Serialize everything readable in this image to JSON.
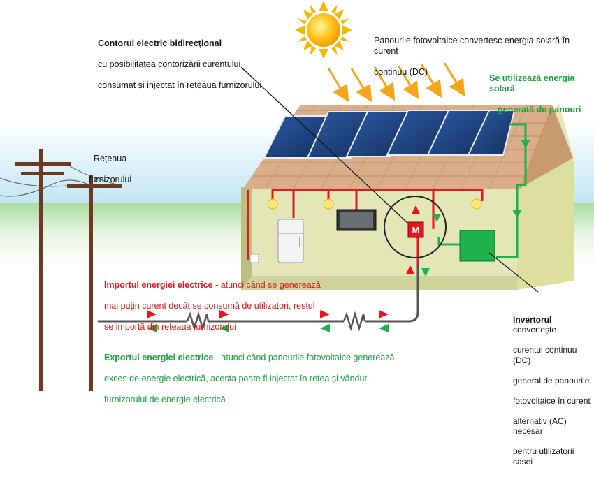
{
  "labels": {
    "meter": {
      "title": "Contorul electric bidirecțional",
      "line1": "cu posibilitatea contorizării curentului",
      "line2": "consumat și injectat în rețeaua furnizorului"
    },
    "panels": {
      "line1": "Panourile fotovoltaice convertesc energia solară în curent",
      "line2": "continuu (DC)"
    },
    "usage": {
      "line1": "Se utilizează energia solară",
      "line2": "generată de panouri"
    },
    "grid": {
      "line1": "Rețeaua",
      "line2": "furnizorului"
    },
    "import": {
      "title": "Importul energiei electrice",
      "rest1": " - atunci când se generează",
      "line2": "mai puțin curent decât se consumă de utilizatori, restul",
      "line3": "se importă din rețeaua furnizorului"
    },
    "export": {
      "title": "Exportul energiei electrice",
      "rest1": " - atunci când panourile fotovoltaice generează",
      "line2": "exces de energie electrică, acesta poate fi injectat în rețea și vândut",
      "line3": "furnizorului de energie electrică"
    },
    "inverter": {
      "title": "Invertorul",
      "rest1": " convertește",
      "line2": "curentul continuu (DC)",
      "line3": "general de panourile",
      "line4": "fotovoltaice în curent",
      "line5": "alternativ (AC) necesar",
      "line6": "pentru utilizatorii casei"
    },
    "meter_symbol": "M"
  },
  "colors": {
    "red_wire": "#e5161c",
    "green_wire": "#1db34a",
    "sky": "#cfe9f6",
    "grass": "#7cc57a",
    "wall": "#dde2a8",
    "roof": "#d9b08b",
    "panel": "#1e3f7a"
  },
  "icons": [
    "sun-icon",
    "power-pole-icon",
    "fridge-icon",
    "tv-icon",
    "bulb-icon",
    "meter-icon",
    "inverter-icon",
    "resistor-icon",
    "outlet-icon"
  ]
}
